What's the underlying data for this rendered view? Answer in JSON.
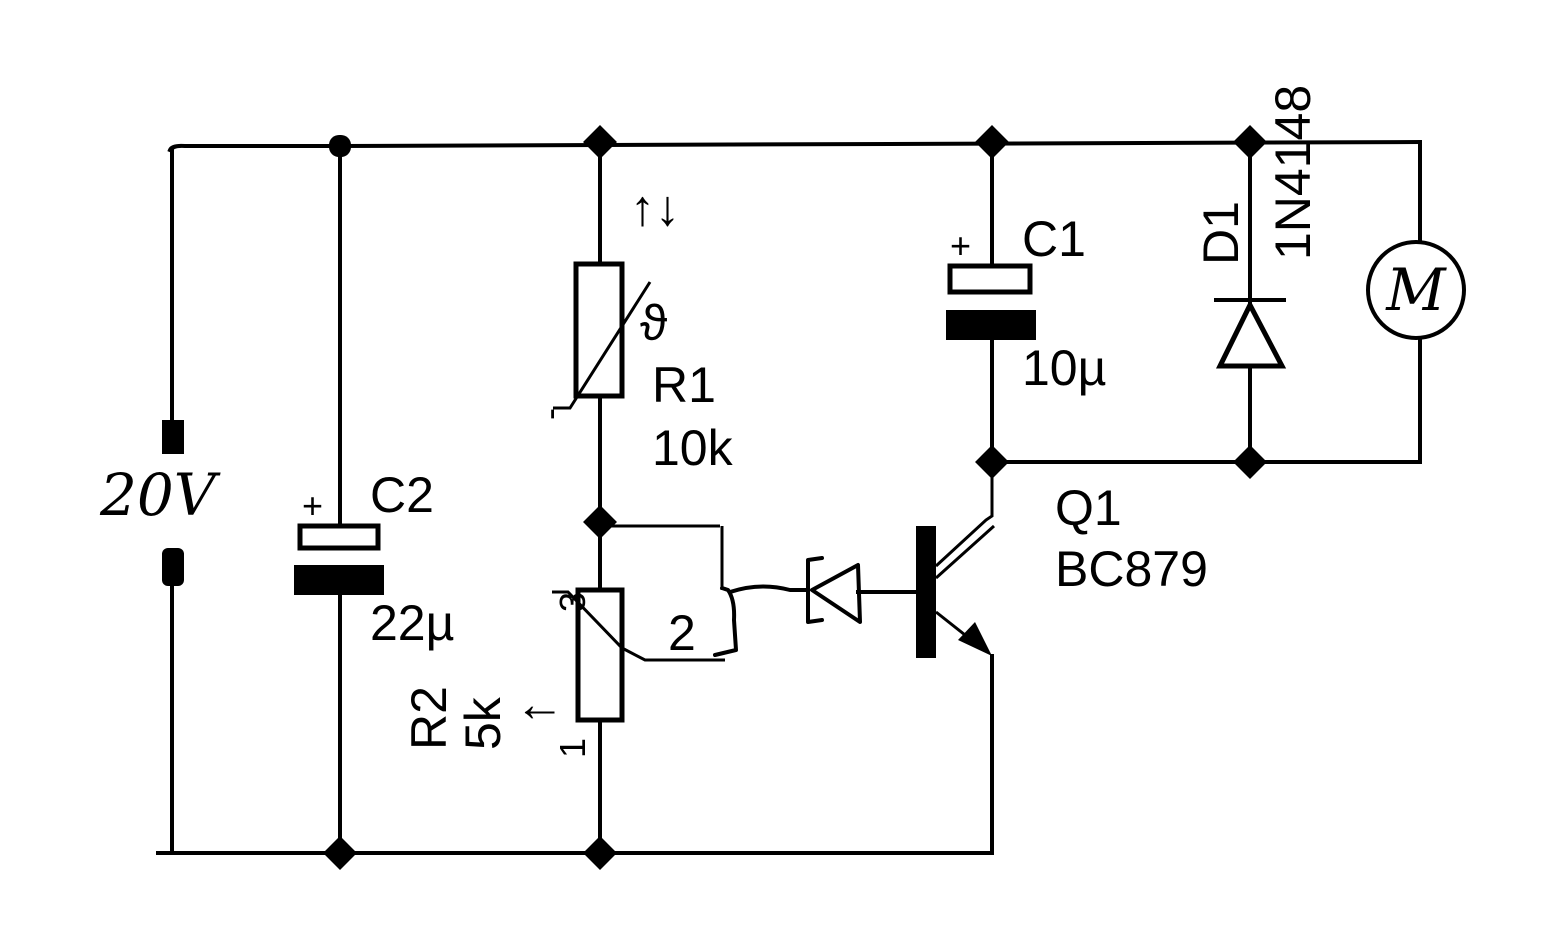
{
  "supply": {
    "voltage_label": "20V"
  },
  "components": {
    "c2": {
      "name": "C2",
      "value": "22µ",
      "polarity": "+"
    },
    "r1": {
      "name": "R1",
      "value": "10k",
      "theta_symbol": "ϑ",
      "temp_arrows": "↑↓",
      "slope_mark": "-"
    },
    "r2": {
      "name": "R2",
      "value": "5k",
      "pin1": "1",
      "pin2": "2",
      "pin3": "3",
      "arrow": "↑"
    },
    "c1": {
      "name": "C1",
      "value": "10µ",
      "polarity": "+"
    },
    "d1": {
      "name": "D1",
      "value": "1N4148"
    },
    "q1": {
      "name": "Q1",
      "value": "BC879"
    },
    "motor": {
      "symbol": "M"
    }
  }
}
